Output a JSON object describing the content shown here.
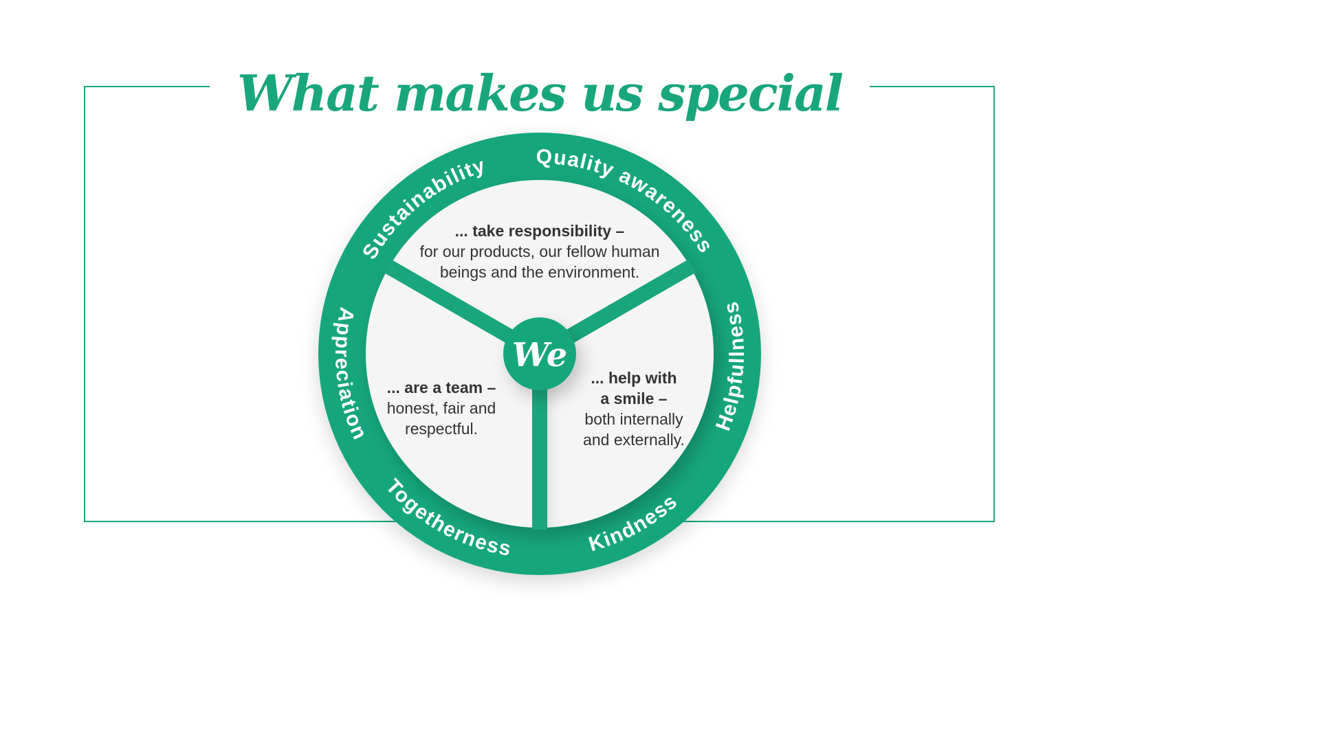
{
  "title": "What makes us special",
  "colors": {
    "accent": "#19A67C",
    "segment": "#f5f5f5",
    "text": "#333333",
    "ring_label": "#ffffff"
  },
  "center": {
    "label": "We"
  },
  "ring_labels": [
    {
      "id": "sustainability",
      "text": "Sustainability"
    },
    {
      "id": "quality-awareness",
      "text": "Quality awareness"
    },
    {
      "id": "appreciation",
      "text": "Appreciation"
    },
    {
      "id": "togetherness",
      "text": "Togetherness"
    },
    {
      "id": "kindness",
      "text": "Kindness"
    },
    {
      "id": "helpfullness",
      "text": "Helpfullness"
    }
  ],
  "segments": [
    {
      "id": "responsibility",
      "heading_lines": [
        "... take responsibility –"
      ],
      "body_lines": [
        "for our products, our fellow human",
        "beings and the environment."
      ]
    },
    {
      "id": "team",
      "heading_lines": [
        "... are a team –"
      ],
      "body_lines": [
        "honest, fair and",
        "respectful."
      ]
    },
    {
      "id": "smile",
      "heading_lines": [
        "... help with",
        "a smile –"
      ],
      "body_lines": [
        "both internally",
        "and externally."
      ]
    }
  ]
}
